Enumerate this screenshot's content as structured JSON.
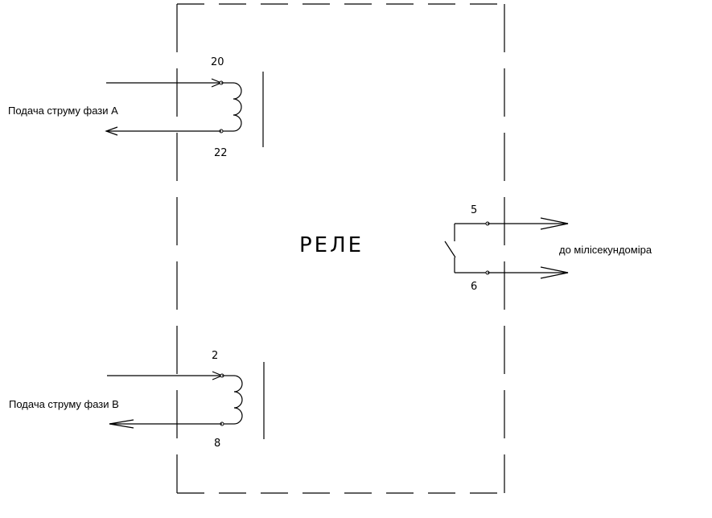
{
  "relay": {
    "title": "РЕЛЕ"
  },
  "coil_a": {
    "terminal_top": "20",
    "terminal_bottom": "22",
    "label": "Подача струму фази А"
  },
  "coil_b": {
    "terminal_top": "2",
    "terminal_bottom": "8",
    "label": "Подача струму фази В"
  },
  "contact": {
    "terminal_top": "5",
    "terminal_bottom": "6",
    "label": "до мілісекундоміра"
  }
}
